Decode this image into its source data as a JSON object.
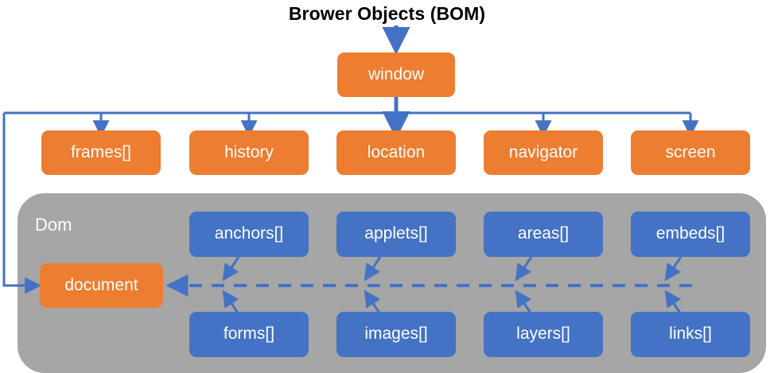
{
  "diagram": {
    "title": "Brower Objects (BOM)",
    "root": {
      "label": "window",
      "type": "orange"
    },
    "window_children": [
      {
        "label": "frames[]"
      },
      {
        "label": "history"
      },
      {
        "label": "location"
      },
      {
        "label": "navigator"
      },
      {
        "label": "screen"
      }
    ],
    "dom_panel": {
      "label": "Dom",
      "document": {
        "label": "document",
        "type": "orange"
      },
      "top_row": [
        {
          "label": "anchors[]"
        },
        {
          "label": "applets[]"
        },
        {
          "label": "areas[]"
        },
        {
          "label": "embeds[]"
        }
      ],
      "bottom_row": [
        {
          "label": "forms[]"
        },
        {
          "label": "images[]"
        },
        {
          "label": "layers[]"
        },
        {
          "label": "links[]"
        }
      ]
    },
    "colors": {
      "orange": "#ED7D31",
      "blue": "#4472C4",
      "gray_panel": "#A6A6A6",
      "connector": "#4472C4",
      "title_text": "#000000",
      "node_text": "#FFFFFF",
      "background": "#FFFFFF"
    },
    "connector_styles": {
      "window_to_children": "solid-arrow",
      "window_to_document": "solid-arrow",
      "collection_to_document": "dashed-arrow",
      "collection_to_bus": "solid-arrow"
    }
  }
}
